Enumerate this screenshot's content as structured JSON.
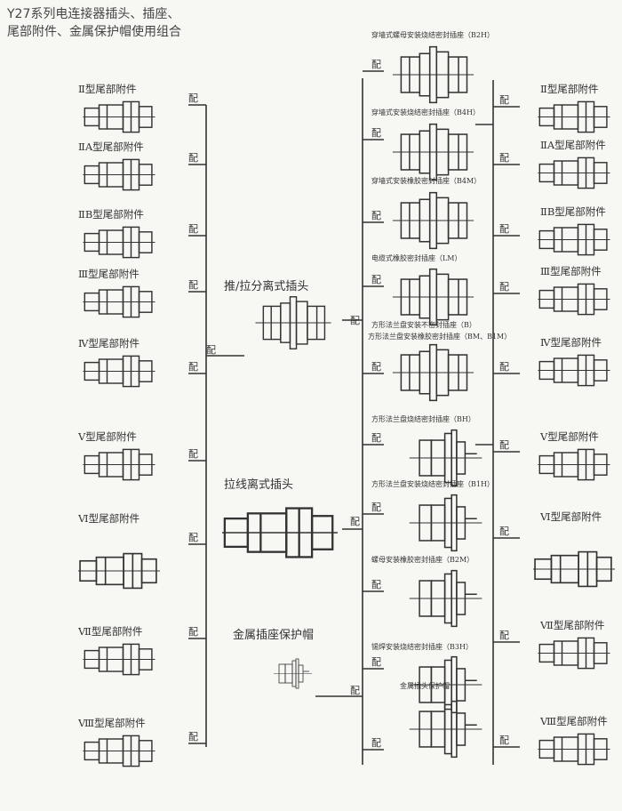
{
  "title": [
    "Y27系列电连接器插头、插座、",
    "尾部附件、金属保护帽使用组合"
  ],
  "pei": "配",
  "left_items": [
    "Ⅱ型尾部附件",
    "ⅡA型尾部附件",
    "ⅡB型尾部附件",
    "Ⅲ型尾部附件",
    "Ⅳ型尾部附件",
    "Ⅴ型尾部附件",
    "Ⅵ型尾部附件",
    "Ⅶ型尾部附件",
    "Ⅷ型尾部附件"
  ],
  "center_items": [
    "推/拉分离式插头",
    "拉线离式插头",
    "金属插座保护帽"
  ],
  "middle_items": [
    "穿墙式螺母安装烧结密封插座（B2H）",
    "穿墙式安装烧结密封插座（B4H）",
    "穿墙式安装橡胶密封插座（B4M）",
    "电缆式橡胶密封插座（LM）",
    "方形法兰盘安装不密封插座（B）",
    "方形法兰盘安装橡胶密封插座（BM、B1M）",
    "方形法兰盘烧结密封插座（BH）",
    "方形法兰盘安装烧结密封插座（B1H）",
    "螺母安装橡胶密封插座（B2M）",
    "锡焊安装烧结密封插座（B3H）",
    "金属插头保护帽"
  ],
  "right_items": [
    "Ⅱ型尾部附件",
    "ⅡA型尾部附件",
    "ⅡB型尾部附件",
    "Ⅲ型尾部附件",
    "Ⅳ型尾部附件",
    "Ⅴ型尾部附件",
    "Ⅵ型尾部附件",
    "Ⅶ型尾部附件",
    "Ⅷ型尾部附件"
  ]
}
